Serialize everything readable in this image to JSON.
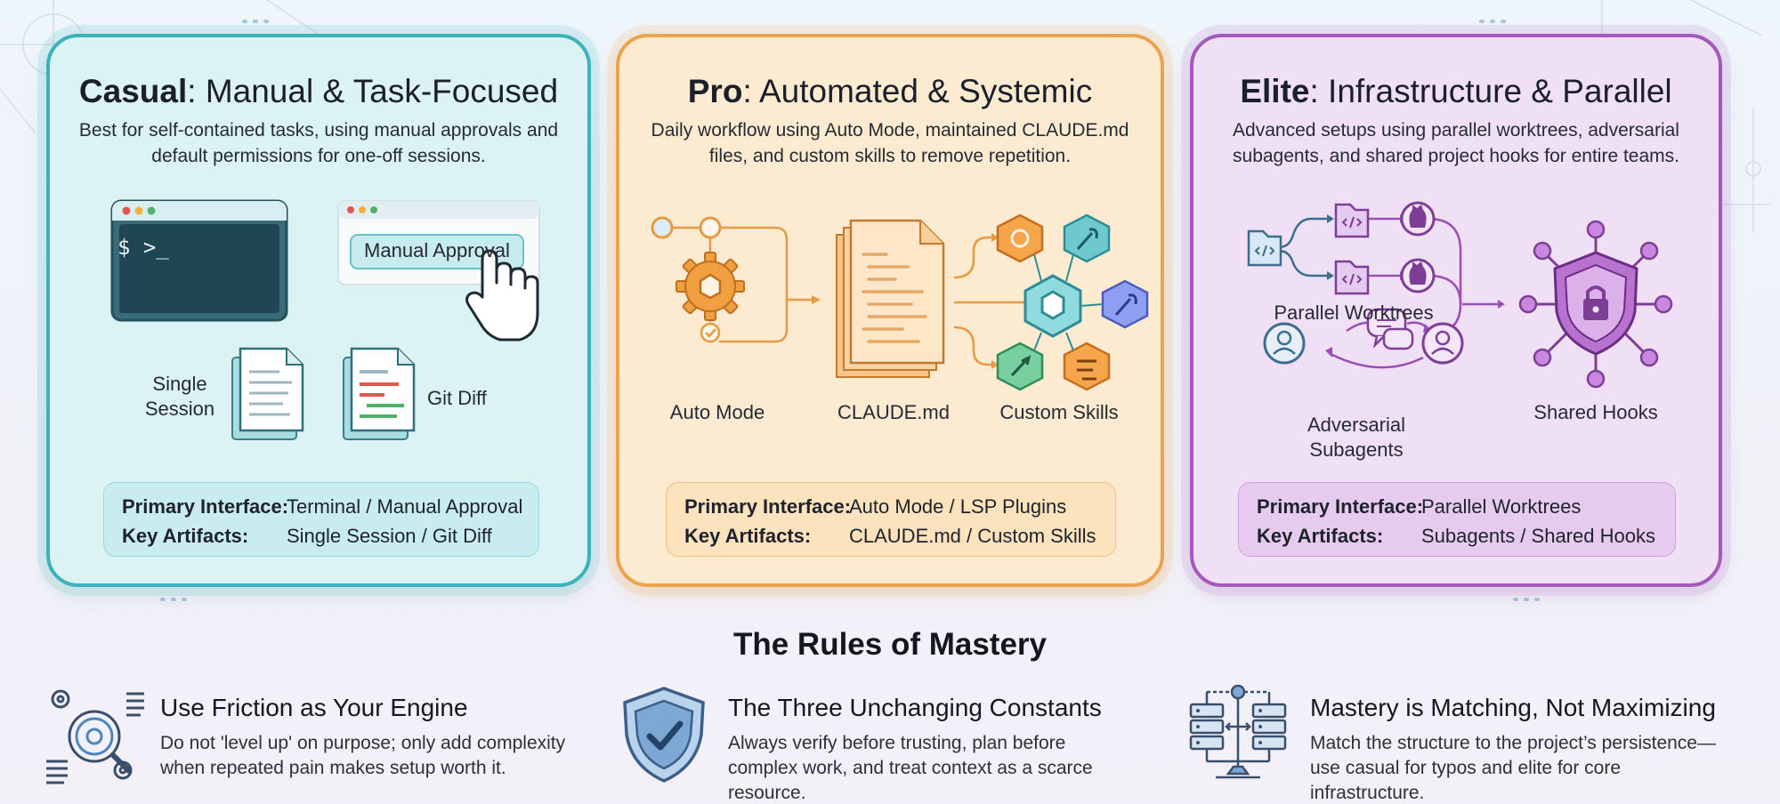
{
  "cards": [
    {
      "tier": "Casual",
      "subtitle": ": Manual & Task-Focused",
      "description": "Best for self-contained tasks, using manual approvals and default permissions for one-off sessions.",
      "illustrations": {
        "terminal_prompt": "$ >_",
        "approval_button": "Manual Approval",
        "single_session": "Single Session",
        "git_diff": "Git Diff"
      },
      "interface_label": "Primary Interface:",
      "interface_value": "Terminal / Manual Approval",
      "artifacts_label": "Key Artifacts:",
      "artifacts_value": "Single Session / Git Diff",
      "color": "#3cb3bb"
    },
    {
      "tier": "Pro",
      "subtitle": ": Automated & Systemic",
      "description": "Daily workflow using Auto Mode, maintained CLAUDE.md files, and custom skills to remove repetition.",
      "illustrations": {
        "auto_mode": "Auto Mode",
        "claude_md": "CLAUDE.md",
        "custom_skills": "Custom Skills"
      },
      "interface_label": "Primary Interface:",
      "interface_value": "Auto Mode / LSP Plugins",
      "artifacts_label": "Key Artifacts:",
      "artifacts_value": "CLAUDE.md / Custom Skills",
      "color": "#eca34e"
    },
    {
      "tier": "Elite",
      "subtitle": ": Infrastructure & Parallel",
      "description": "Advanced setups using parallel worktrees, adversarial subagents, and shared project hooks for entire teams.",
      "illustrations": {
        "parallel_worktrees": "Parallel Worktrees",
        "adversarial_subagents": "Adversarial Subagents",
        "shared_hooks": "Shared Hooks"
      },
      "interface_label": "Primary Interface:",
      "interface_value": "Parallel Worktrees",
      "artifacts_label": "Key Artifacts:",
      "artifacts_value": "Subagents / Shared Hooks",
      "color": "#a559bd"
    }
  ],
  "rules_section": {
    "title": "The Rules of Mastery",
    "rules": [
      {
        "icon": "gears-magnifier-icon",
        "title": "Use Friction as Your Engine",
        "description": "Do not 'level up' on purpose; only add complexity when repeated pain makes setup worth it."
      },
      {
        "icon": "shield-check-icon",
        "title": "The Three Unchanging Constants",
        "description": "Always verify before trusting, plan before complex work, and treat context as a scarce resource."
      },
      {
        "icon": "server-network-icon",
        "title": "Mastery is Matching, Not Maximizing",
        "description": "Match the structure to the project’s persistence—use casual for typos and elite for core infrastructure."
      }
    ]
  }
}
